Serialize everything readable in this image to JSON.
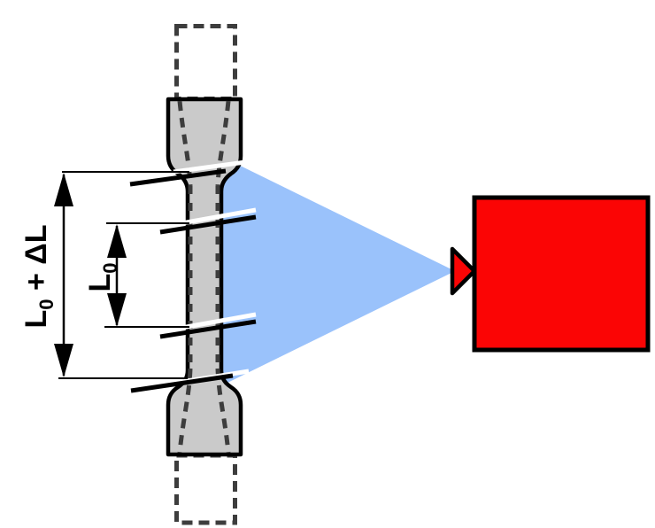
{
  "diagram": {
    "labels": {
      "outer_dimension": {
        "main": "L",
        "sub": "0",
        "rest": " + ΔL"
      },
      "inner_dimension": {
        "main": "L",
        "sub": "0"
      }
    },
    "colors": {
      "background": "#ffffff",
      "specimen_fill": "#cacaca",
      "solid_outline": "#000000",
      "dashed_outline": "#3d3d3d",
      "light_cone": "#9ac2fb",
      "camera_body": "#fb0505",
      "gauge_mark_black": "#000000",
      "gauge_mark_white": "#ffffff"
    }
  }
}
